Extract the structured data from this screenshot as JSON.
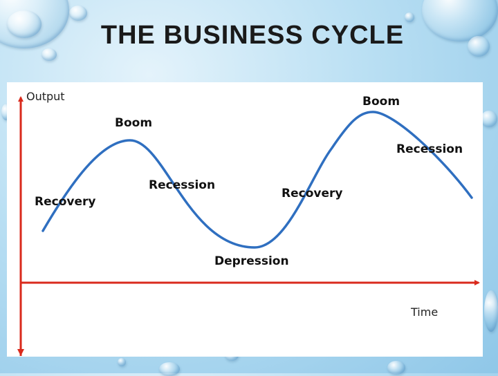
{
  "title": "THE BUSINESS CYCLE",
  "diagram": {
    "y_axis_label": "Output",
    "x_axis_label": "Time",
    "phases": {
      "recovery_1": "Recovery",
      "boom_1": "Boom",
      "recession_1": "Recession",
      "depression": "Depression",
      "recovery_2": "Recovery",
      "boom_2": "Boom",
      "recession_2": "Recession"
    },
    "colors": {
      "axis": "#d92a1c",
      "curve": "#2f6fc0",
      "text": "#111111"
    }
  }
}
